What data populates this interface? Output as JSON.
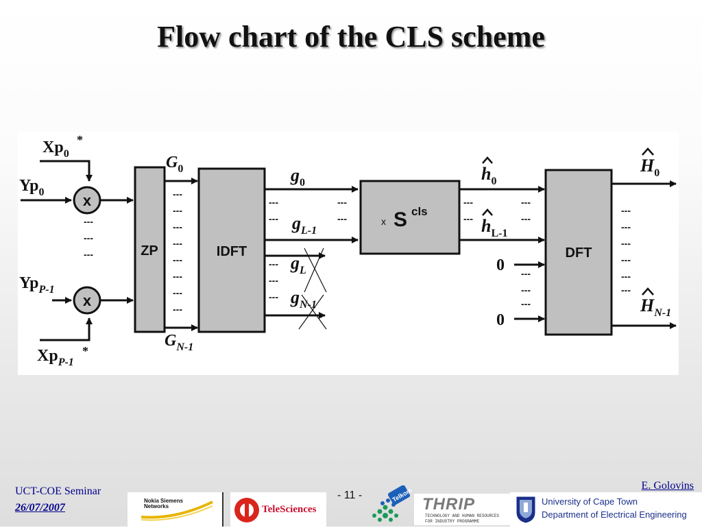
{
  "slide": {
    "title": "Flow chart of the CLS scheme"
  },
  "diagram": {
    "inputs": {
      "xp0": "Xp",
      "xp0_sub": "0",
      "xp0_sup": "*",
      "yp0": "Yp",
      "yp0_sub": "0",
      "ypp1": "Yp",
      "ypp1_sub": "P-1",
      "xpp1": "Xp",
      "xpp1_sub": "P-1",
      "xpp1_sup": "*"
    },
    "multiplier_symbol": "x",
    "blocks": {
      "zp": "ZP",
      "idft": "IDFT",
      "scls_prefix": "x",
      "scls_main": "S",
      "scls_sup": "cls",
      "dft": "DFT"
    },
    "signals": {
      "G0": "G",
      "G0_sub": "0",
      "GN1": "G",
      "GN1_sub": "N-1",
      "g0": "g",
      "g0_sub": "0",
      "gL1": "g",
      "gL1_sub": "L-1",
      "gL": "g",
      "gL_sub": "L",
      "gN1": "g",
      "gN1_sub": "N-1",
      "h0": "h",
      "h0_sub": "0",
      "hL1": "h",
      "hL1_sub": "L-1",
      "zero": "0",
      "H0": "H",
      "H0_sub": "0",
      "HN1": "H",
      "HN1_sub": "N-1"
    },
    "ellipsis": "---"
  },
  "footer": {
    "seminar": "UCT-COE Seminar",
    "date": "26/07/2007",
    "page": "- 11 -",
    "author": "E. Golovins",
    "uct_line1": "University of Cape Town",
    "uct_line2": "Department of Electrical Engineering",
    "logo_nokia_line1": "Nokia Siemens",
    "logo_nokia_line2": "Networks",
    "logo_telesciences": "TeleSciences",
    "logo_telkom": "Telkom",
    "logo_thrip": "THRIP",
    "logo_thrip_line1": "TECHNOLOGY AND HUMAN RESOURCES",
    "logo_thrip_line2": "FOR INDUSTRY PROGRAMME"
  },
  "colors": {
    "block_fill": "#c0c0c0",
    "footer_text": "#00008b",
    "uct_text": "#1a2f8a"
  }
}
